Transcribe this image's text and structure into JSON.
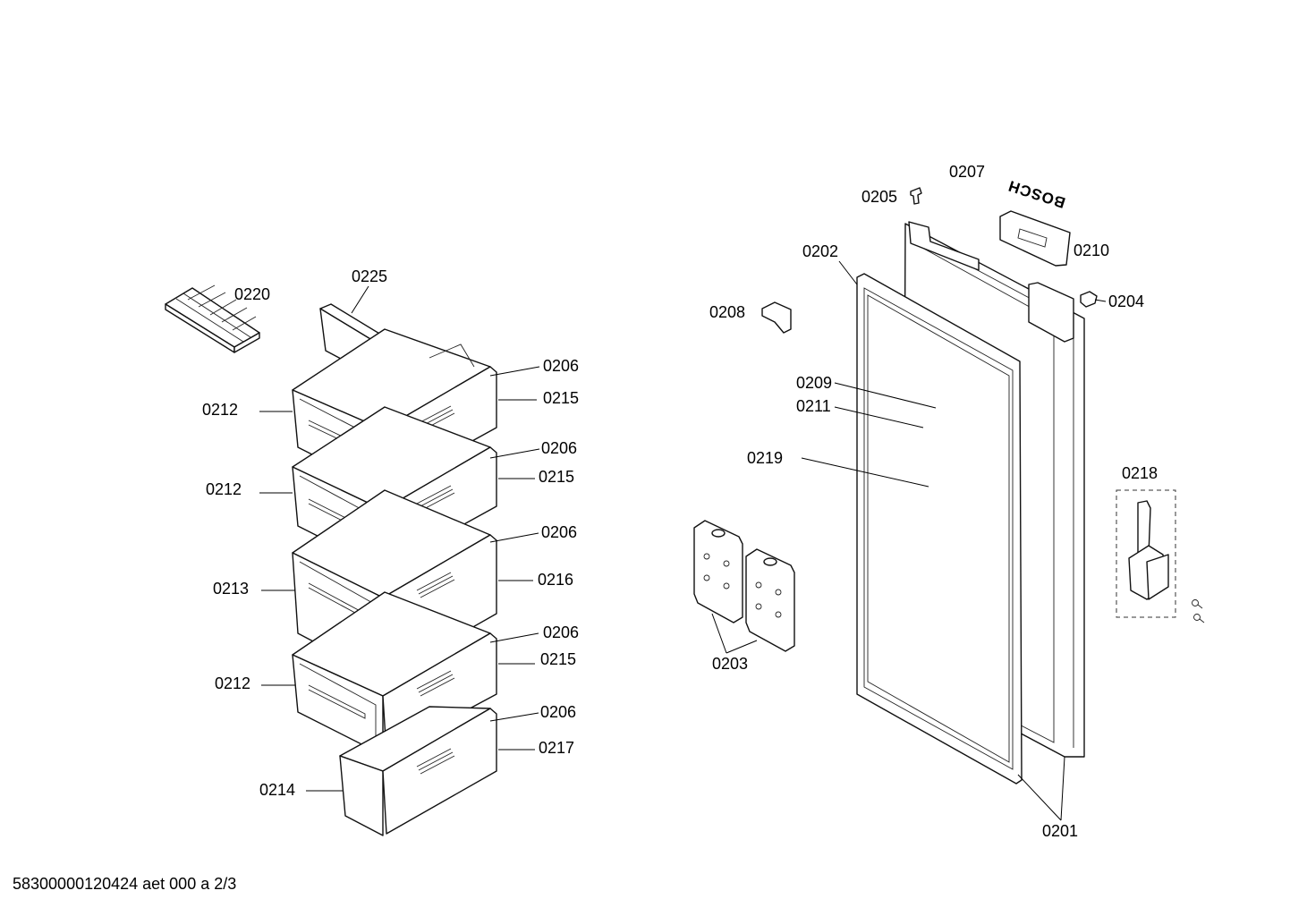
{
  "document_id": "58300000120424 aet 000 a 2/3",
  "logo_text": "BOSCH",
  "callouts": [
    {
      "id": "c0220",
      "label": "0220"
    },
    {
      "id": "c0225",
      "label": "0225"
    },
    {
      "id": "c0206a",
      "label": "0206"
    },
    {
      "id": "c0215a",
      "label": "0215"
    },
    {
      "id": "c0212a",
      "label": "0212"
    },
    {
      "id": "c0206b",
      "label": "0206"
    },
    {
      "id": "c0215b",
      "label": "0215"
    },
    {
      "id": "c0212b",
      "label": "0212"
    },
    {
      "id": "c0206c",
      "label": "0206"
    },
    {
      "id": "c0216",
      "label": "0216"
    },
    {
      "id": "c0213",
      "label": "0213"
    },
    {
      "id": "c0206d",
      "label": "0206"
    },
    {
      "id": "c0215c",
      "label": "0215"
    },
    {
      "id": "c0212c",
      "label": "0212"
    },
    {
      "id": "c0206e",
      "label": "0206"
    },
    {
      "id": "c0217",
      "label": "0217"
    },
    {
      "id": "c0214",
      "label": "0214"
    },
    {
      "id": "c0207",
      "label": "0207"
    },
    {
      "id": "c0205",
      "label": "0205"
    },
    {
      "id": "c0202",
      "label": "0202"
    },
    {
      "id": "c0210",
      "label": "0210"
    },
    {
      "id": "c0208",
      "label": "0208"
    },
    {
      "id": "c0204",
      "label": "0204"
    },
    {
      "id": "c0209",
      "label": "0209"
    },
    {
      "id": "c0211",
      "label": "0211"
    },
    {
      "id": "c0219",
      "label": "0219"
    },
    {
      "id": "c0218",
      "label": "0218"
    },
    {
      "id": "c0203",
      "label": "0203"
    },
    {
      "id": "c0201",
      "label": "0201"
    }
  ]
}
